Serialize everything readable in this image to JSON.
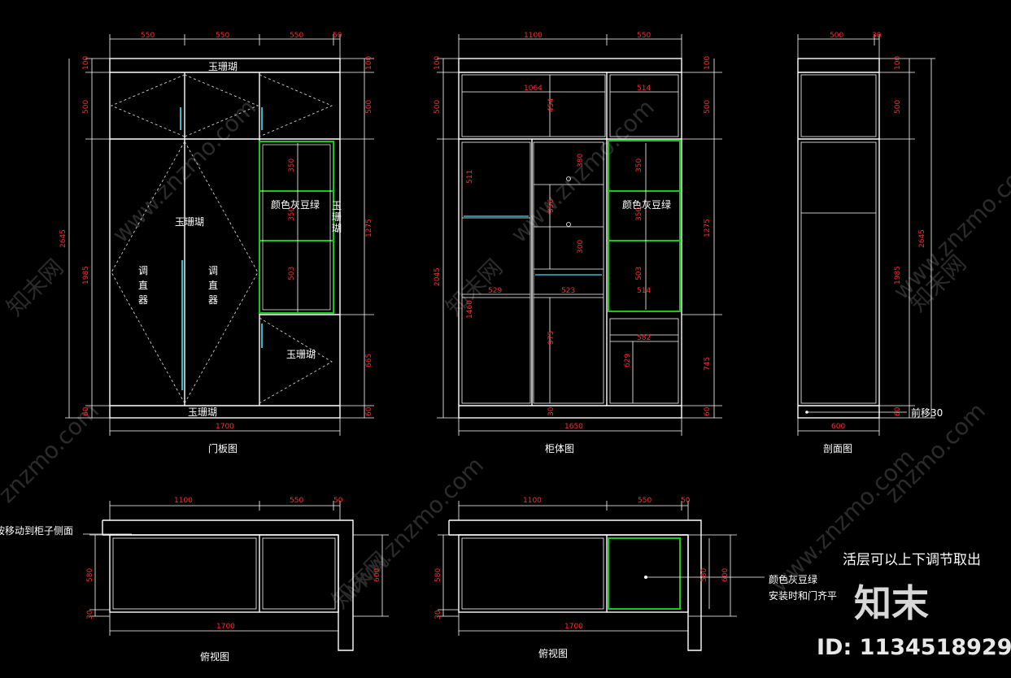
{
  "watermarks": [
    "www.znzmo.com",
    "知末网",
    "www.znzmo.com",
    "知末网",
    "www.znzmo.com",
    "知末网",
    "znzmo.com",
    "www.znzmo.com",
    "知末网",
    "www.znzmo.com",
    "znzmo.com"
  ],
  "views": {
    "door": {
      "title": "门板图",
      "top_dims": [
        "550",
        "550",
        "550",
        "50"
      ],
      "left_dims": [
        "100",
        "500",
        "1985",
        "60"
      ],
      "total_height": "2645",
      "right_dims": [
        "100",
        "500",
        "1275",
        "665",
        "60"
      ],
      "bottom_dim": "1700",
      "labels": {
        "top_band": "玉珊瑚",
        "left_panel": "玉珊瑚",
        "adj_left": "调\n直\n器",
        "adj_right": "调\n直\n器",
        "green_section": "颜色灰豆绿",
        "right_side": "玉\n珊\n瑚",
        "lower_right": "玉珊瑚",
        "bottom_band": "玉珊瑚"
      },
      "inner_dims": [
        "350",
        "350",
        "503"
      ]
    },
    "carcass": {
      "title": "柜体图",
      "top_dims": [
        "1100",
        "550"
      ],
      "left_dims": [
        "100",
        "500",
        "2045"
      ],
      "right_dims": [
        "100",
        "500",
        "1275",
        "745",
        "60"
      ],
      "bottom_dim": "1650",
      "inner_dims": [
        "1064",
        "514",
        "454",
        "511",
        "1460",
        "529",
        "523",
        "514",
        "380",
        "956",
        "300",
        "350",
        "350",
        "503",
        "582",
        "629",
        "975",
        "30"
      ],
      "green_section": "颜色灰豆绿"
    },
    "section": {
      "title": "剖面图",
      "top_dims": [
        "500",
        "30"
      ],
      "right_dims": [
        "100",
        "500",
        "1985"
      ],
      "total_height": "2645",
      "bottom_dim": "600",
      "note": "前移30",
      "foot_dim": "60"
    },
    "plan_left": {
      "title": "俯视图",
      "top_dims": [
        "1100",
        "550",
        "50"
      ],
      "left_dims": [
        "580",
        "30"
      ],
      "right_dim": "600",
      "bottom_dim": "1700",
      "note": "按移动到柜子侧面"
    },
    "plan_right": {
      "title": "俯视图",
      "top_dims": [
        "1100",
        "550",
        "50"
      ],
      "left_dims": [
        "580",
        "30"
      ],
      "right_dims": [
        "580",
        "600"
      ],
      "bottom_dim": "1700",
      "note1": "颜色灰豆绿",
      "note2": "安装时和门齐平"
    }
  },
  "annotation_main": "活层可以上下调节取出",
  "brand_logo": "知末",
  "id_label": "ID: 1134518929",
  "colors": {
    "background": "#000000",
    "line": "#ffffff",
    "dimension_text": "#ff2a2a",
    "green_section": "#18c818",
    "handle": "#39b9cc"
  }
}
